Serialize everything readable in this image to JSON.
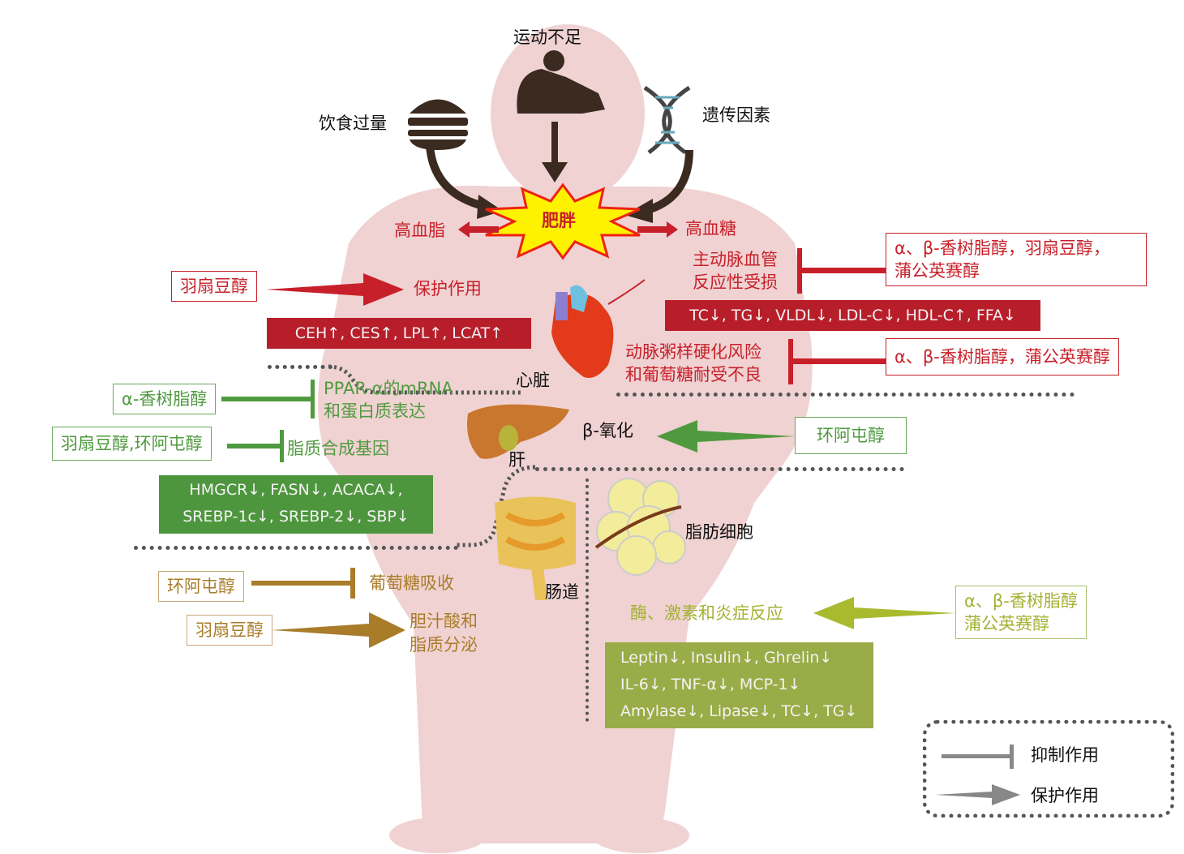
{
  "causes": {
    "exercise": "运动不足",
    "diet": "饮食过量",
    "genetic": "遗传因素"
  },
  "center": {
    "obesity": "肥胖",
    "hyperlipidemia": "高血脂",
    "hyperglycemia": "高血糖"
  },
  "heart": {
    "label": "心脏",
    "agent_left": "羽扇豆醇",
    "effect_left": "保护作用",
    "markers_left": "CEH↑, CES↑, LPL↑, LCAT↑",
    "target_top": "主动脉血管\n反应性受损",
    "target_top_l1": "主动脉血管",
    "target_top_l2": "反应性受损",
    "agent_top_l1": "α、β-香树脂醇，羽扇豆醇，",
    "agent_top_l2": "蒲公英赛醇",
    "markers_right": "TC↓, TG↓, VLDL↓, LDL-C↓, HDL-C↑, FFA↓",
    "target_bottom_l1": "动脉粥样硬化风险",
    "target_bottom_l2": "和葡萄糖耐受不良",
    "agent_bottom": "α、β-香树脂醇，蒲公英赛醇"
  },
  "liver": {
    "label": "肝",
    "agent1": "α-香树脂醇",
    "target1_l1": "PPAR-α的mRNA",
    "target1_l2": "和蛋白质表达",
    "agent2": "羽扇豆醇,环阿屯醇",
    "target2": "脂质合成基因",
    "markers_l1": "HMGCR↓, FASN↓, ACACA↓,",
    "markers_l2": "SREBP-1c↓, SREBP-2↓, SBP↓",
    "beta_oxidation": "β-氧化",
    "agent3": "环阿屯醇"
  },
  "intestine": {
    "label": "肠道",
    "agent1": "环阿屯醇",
    "target1": "葡萄糖吸收",
    "agent2": "羽扇豆醇",
    "target2_l1": "胆汁酸和",
    "target2_l2": "脂质分泌"
  },
  "adipocyte": {
    "label": "脂肪细胞",
    "target": "酶、激素和炎症反应",
    "agent_l1": "α、β-香树脂醇",
    "agent_l2": "蒲公英赛醇",
    "markers": [
      "Leptin↓, Insulin↓, Ghrelin↓",
      "IL-6↓, TNF-α↓, MCP-1↓",
      "Amylase↓, Lipase↓, TC↓, TG↓"
    ]
  },
  "legend": {
    "inhibit": "抑制作用",
    "protect": "保护作用"
  },
  "colors": {
    "red": "#c8202a",
    "green": "#4f9a3f",
    "brown": "#a97c2a",
    "olive": "#a3b232",
    "body": "#efcfcf"
  }
}
